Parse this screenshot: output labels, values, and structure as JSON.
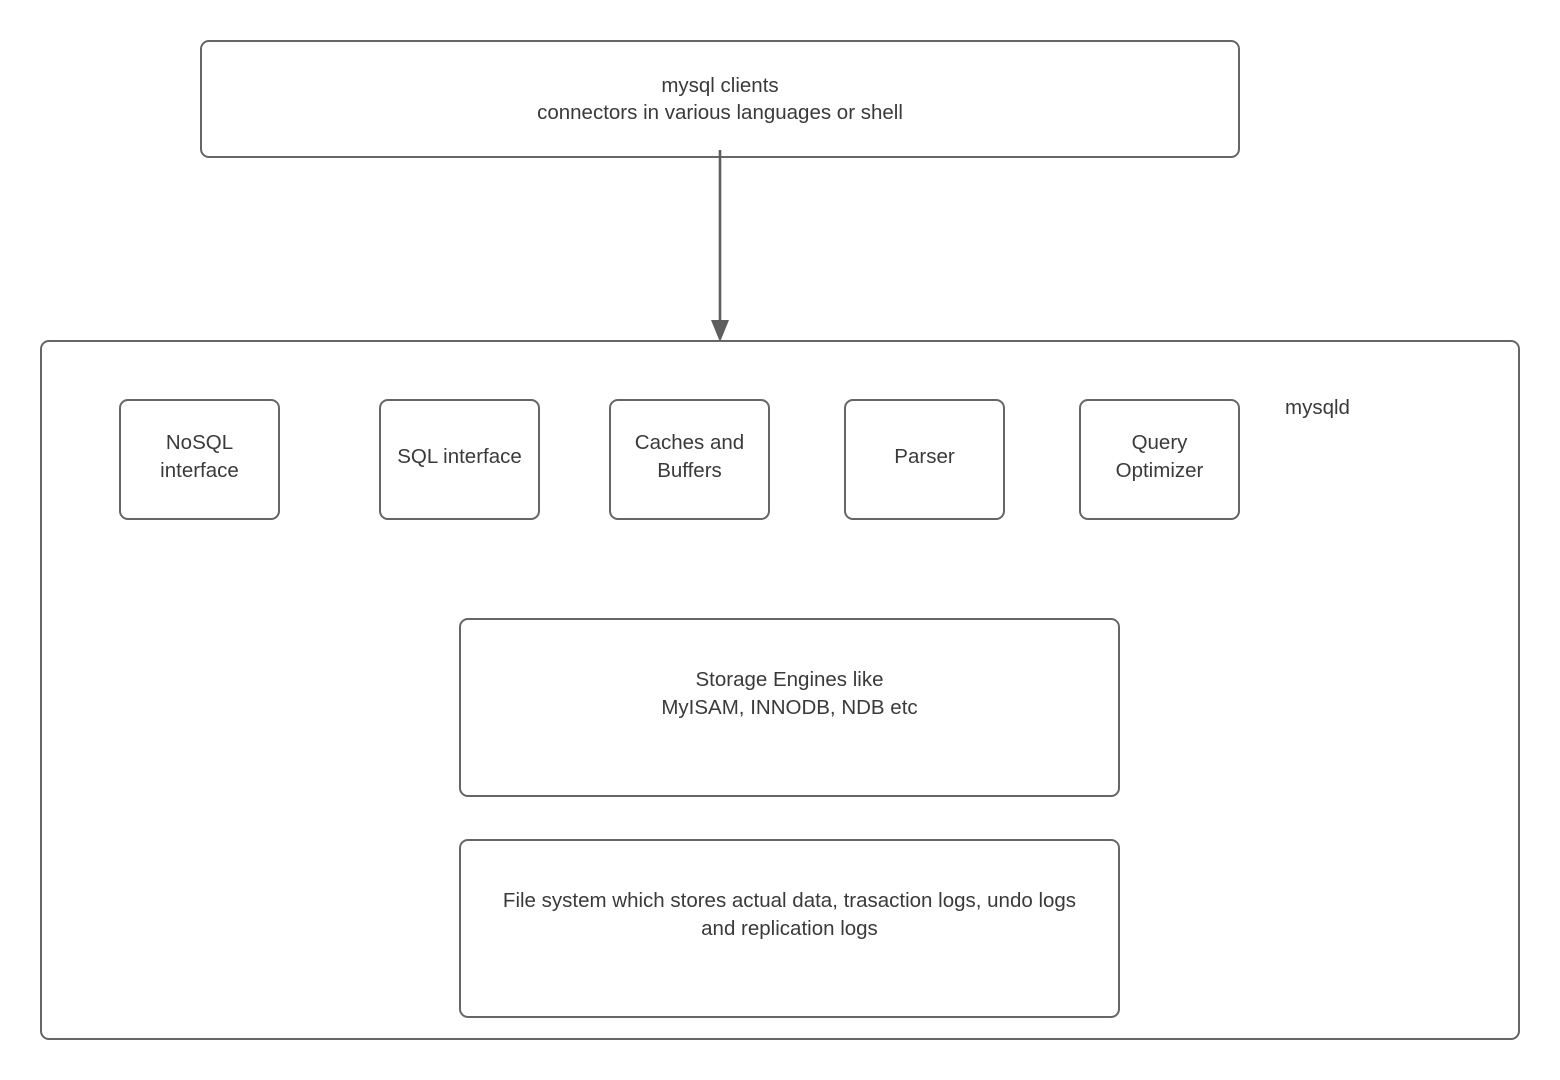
{
  "diagram": {
    "title_text": "mysqld",
    "colors": {
      "stroke": "#666666",
      "text": "#3a3a3a",
      "fill": "#ffffff",
      "arrow": "#5e5e5e"
    },
    "clients_box": {
      "label": "mysql clients\nconnectors in various languages or shell",
      "line1": "mysql clients",
      "line2": "connectors in various languages or shell"
    },
    "mysqld": {
      "label": "mysqld",
      "components": [
        {
          "id": "nosql",
          "label": "NoSQL\ninterface"
        },
        {
          "id": "sql",
          "label": "SQL interface"
        },
        {
          "id": "caches",
          "label": "Caches and\nBuffers"
        },
        {
          "id": "parser",
          "label": "Parser"
        },
        {
          "id": "optimizer",
          "label": "Query\nOptimizer"
        }
      ],
      "storage_engines": {
        "label": "Storage Engines like\nMyISAM, INNODB, NDB etc"
      },
      "file_system": {
        "label": "File system which stores actual data, trasaction logs, undo logs\nand replication logs"
      }
    },
    "connector": {
      "name": "clients-to-mysqld-arrow",
      "direction": "down"
    }
  }
}
